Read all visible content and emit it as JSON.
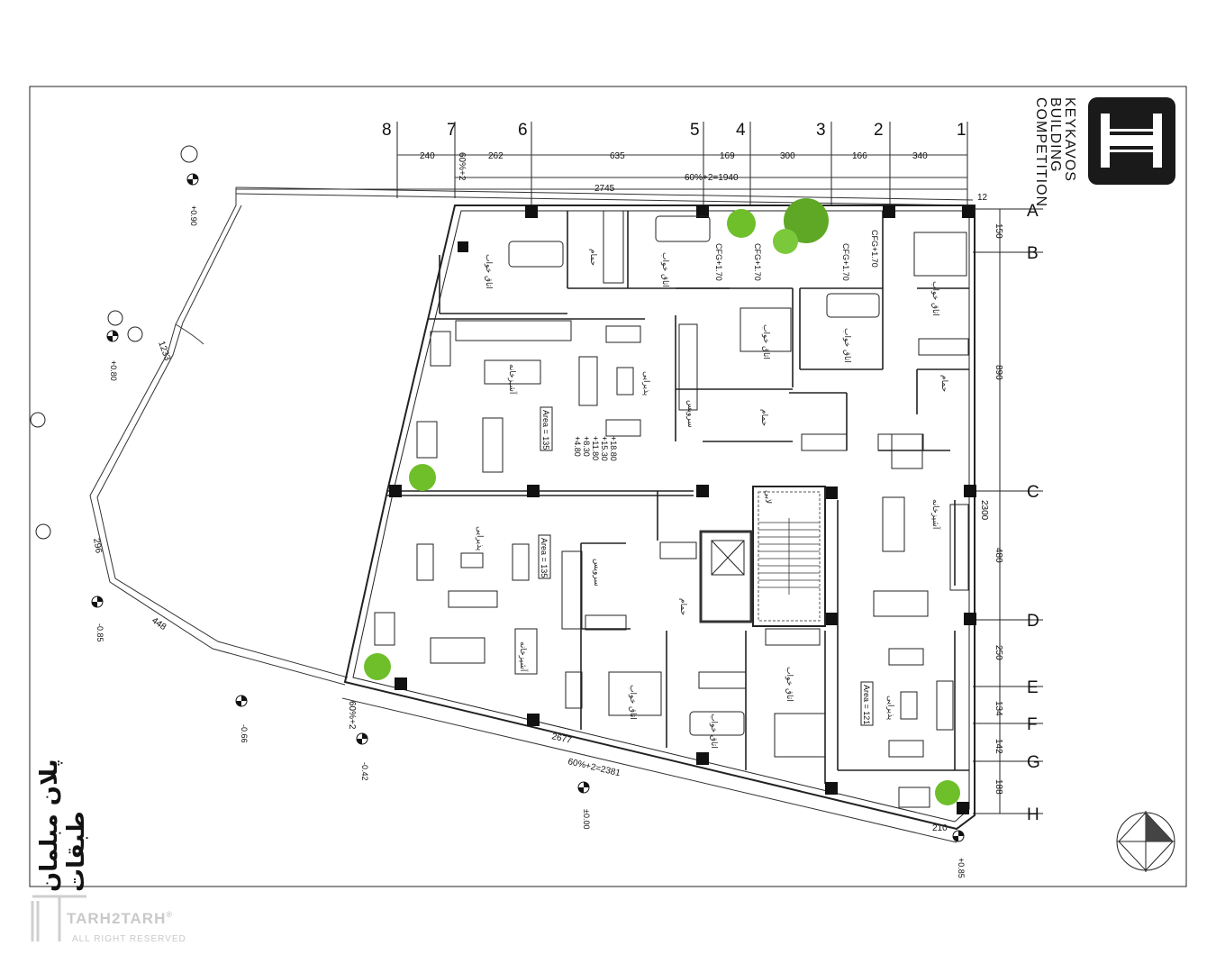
{
  "logo": {
    "lines": [
      "KEYKAVOS",
      "BUILDING",
      "COMPETITION"
    ]
  },
  "watermark": {
    "brand": "TARH2TARH",
    "registered": "®",
    "sub": "ALL RIGHT RESERVED"
  },
  "plan_title": "پلان مبلمان طبقات",
  "grid_columns": [
    "8",
    "7",
    "6",
    "5",
    "4",
    "3",
    "2",
    "1"
  ],
  "grid_rows": [
    "A",
    "B",
    "C",
    "D",
    "E",
    "F",
    "G",
    "H"
  ],
  "top_dims": [
    "240",
    "60%+2",
    "262",
    "635",
    "169",
    "300",
    "166",
    "340"
  ],
  "top_overall": [
    "60%+2=1940",
    "2745"
  ],
  "right_dims": [
    "150",
    "890",
    "2300",
    "480",
    "250",
    "134",
    "142",
    "188"
  ],
  "right_bottom": "210",
  "bottom_dims": [
    "2677",
    "60%+2=2381"
  ],
  "left_dims": [
    "1233",
    "296",
    "448"
  ],
  "corner_dims": [
    "60%+2",
    "12"
  ],
  "levels": [
    "+0.90",
    "+0.80",
    "-0.85",
    "-0.66",
    "-0.42",
    "±0.00",
    "+0.85"
  ],
  "level_stack": [
    "+18.80",
    "+15.30",
    "+11.80",
    "+8.30",
    "+4.80"
  ],
  "areas": [
    "Area = 135",
    "Area = 135",
    "Area = 121"
  ],
  "room_labels": {
    "bedroom": "اتاق خواب",
    "kitchen": "آشپزخانه",
    "living": "پذیرایی",
    "bath": "حمام",
    "wc": "سرویس",
    "lobby": "لابی"
  },
  "window_tag": "CFG+1.70",
  "colors": {
    "line": "#111111",
    "tree": "#6fbf2b",
    "tree_dark": "#3f8c1c",
    "logo_bg": "#1a1a1a",
    "wall": "#222222"
  }
}
